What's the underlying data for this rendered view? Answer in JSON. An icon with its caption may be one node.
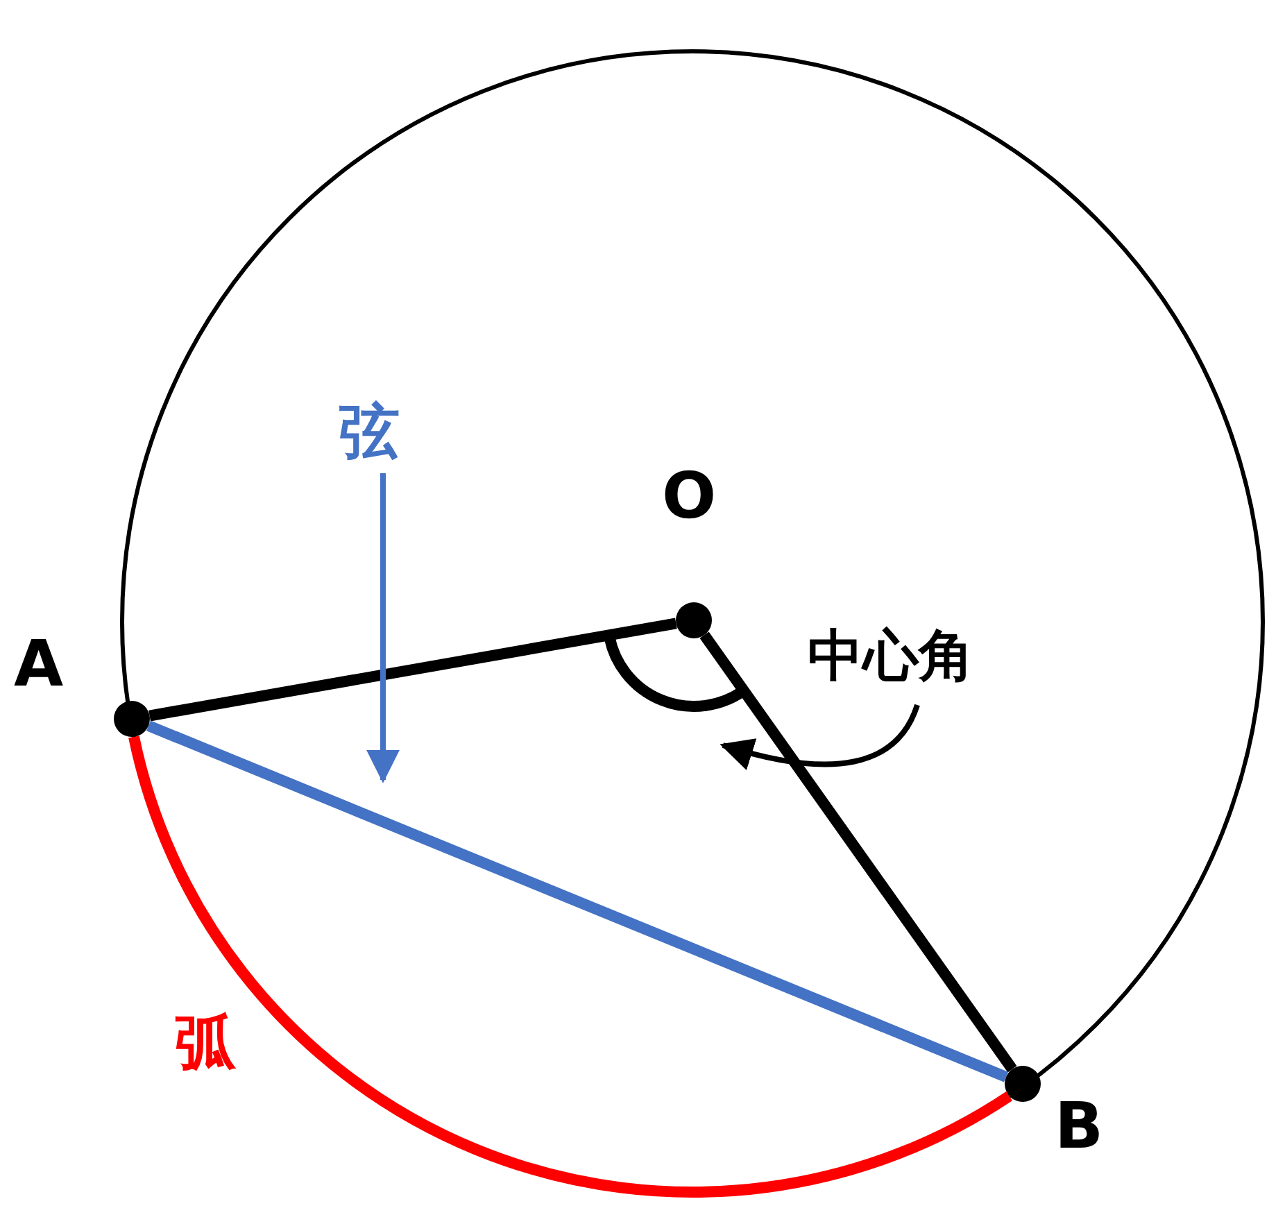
{
  "diagram": {
    "nodes": [
      {
        "text": [],
        "shape": "circle",
        "beside": [
          "A"
        ]
      },
      {
        "text": [],
        "shape": "circle",
        "beside": [
          "O"
        ]
      },
      {
        "text": [],
        "shape": "circle",
        "beside": [
          "B"
        ]
      },
      {
        "text": [
          "弦"
        ]
      },
      {
        "text": [
          "中心角"
        ]
      }
    ],
    "edges": [
      {
        "from": 0,
        "to": 1,
        "arrow": "none"
      },
      {
        "from": 1,
        "to": 2,
        "arrow": "none"
      },
      {
        "from": 0,
        "to": 2,
        "arrow": "none",
        "color": "#4472c4"
      },
      {
        "from": 0,
        "to": 2,
        "arrow": "none",
        "color": "#ff0000"
      },
      {
        "from": 3,
        "to": null,
        "arrow": "to",
        "color": "#4472c4"
      },
      {
        "from": 4,
        "to": 1,
        "arrow": "to"
      }
    ],
    "labels": [
      "弧"
    ]
  }
}
